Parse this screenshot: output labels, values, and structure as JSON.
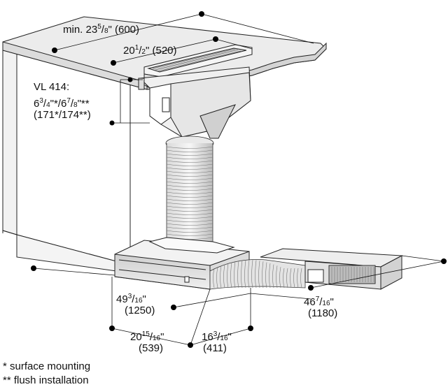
{
  "dimensions": {
    "counter_depth": {
      "prefix": "min. 23",
      "num": "5",
      "den": "8",
      "unit": "\"",
      "metric": "(600)"
    },
    "unit_width": {
      "prefix": "20",
      "num": "1",
      "den": "2",
      "unit": "\"",
      "metric": "(520)"
    },
    "vl414": {
      "title": "VL 414:",
      "line2_a": "6",
      "line2_a_num": "3",
      "line2_a_den": "4",
      "line2_mid": "\"*/6",
      "line2_b_num": "7",
      "line2_b_den": "8",
      "line2_end": "\"**",
      "line3": "(171*/174**)"
    },
    "duct_span": {
      "prefix": "49",
      "num": "3",
      "den": "16",
      "unit": "\"",
      "metric": "(1250)"
    },
    "fan_length": {
      "prefix": "46",
      "num": "7",
      "den": "16",
      "unit": "\"",
      "metric": "(1180)"
    },
    "base_width": {
      "prefix": "20",
      "num": "15",
      "den": "16",
      "unit": "\"",
      "metric": "(539)"
    },
    "base_depth": {
      "prefix": "16",
      "num": "3",
      "den": "16",
      "unit": "\"",
      "metric": "(411)"
    }
  },
  "legend": {
    "surface": "*  surface mounting",
    "flush": "** flush installation"
  }
}
